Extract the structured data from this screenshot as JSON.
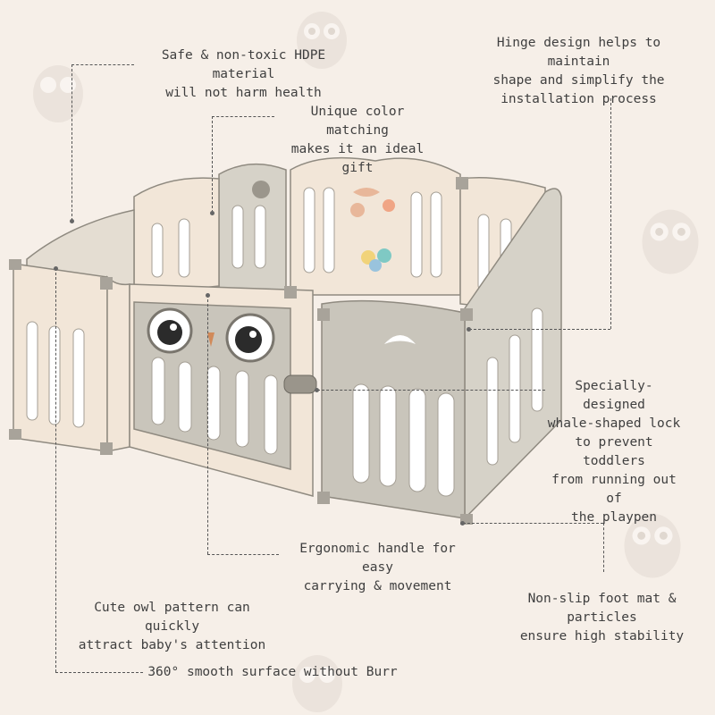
{
  "scene": {
    "subject": "",
    "background_color": "#f6efe8",
    "panel_cream": "#f2e6d8",
    "panel_grey": "#c9c5bb",
    "outline_color": "#8f8a80"
  },
  "callouts": {
    "hdpe": "Safe & non-toxic HDPE material\nwill not harm health",
    "hinge": "Hinge design helps to maintain\nshape and simplify the\ninstallation process",
    "color": "Unique color matching\nmakes it an ideal gift",
    "lock": "Specially-designed\nwhale-shaped lock\nto prevent toddlers\nfrom running out of\nthe playpen",
    "handle": "Ergonomic handle for easy\ncarrying & movement",
    "owl": "Cute owl pattern can quickly\nattract baby's attention",
    "foot": "Non-slip foot mat & particles\nensure high stability",
    "surface": "360° smooth surface without Burr"
  }
}
